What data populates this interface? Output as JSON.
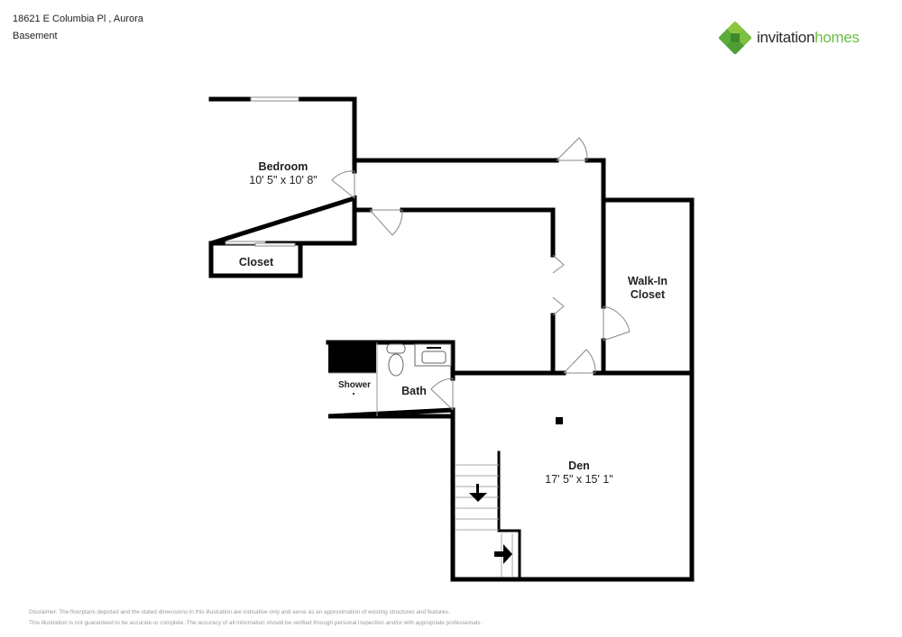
{
  "header": {
    "address": "18621 E Columbia Pl , Aurora",
    "floor": "Basement"
  },
  "logo": {
    "word1": "invitation",
    "word2": "homes",
    "icon": "clover-logo-icon",
    "brand_color": "#6bbd45",
    "text_color": "#2b2b2b"
  },
  "rooms": {
    "bedroom": {
      "name": "Bedroom",
      "dims": "10' 5\" x 10' 8\""
    },
    "closet": {
      "name": "Closet"
    },
    "walkin": {
      "name_line1": "Walk-In",
      "name_line2": "Closet"
    },
    "shower": {
      "name": "Shower"
    },
    "bath": {
      "name": "Bath"
    },
    "den": {
      "name": "Den",
      "dims": "17' 5\" x 15' 1\""
    }
  },
  "disclaimer": {
    "line1": "Disclaimer: The floorplans depicted and the stated dimensions in this illustration are indicative only and serve as an approximation of existing structures and features.",
    "line2": "This illustration is not guaranteed to be accurate or complete. The accuracy of all information should be verified through personal inspection and/or with appropriate professionals."
  },
  "colors": {
    "wall": "#000000",
    "door": "#888888"
  }
}
